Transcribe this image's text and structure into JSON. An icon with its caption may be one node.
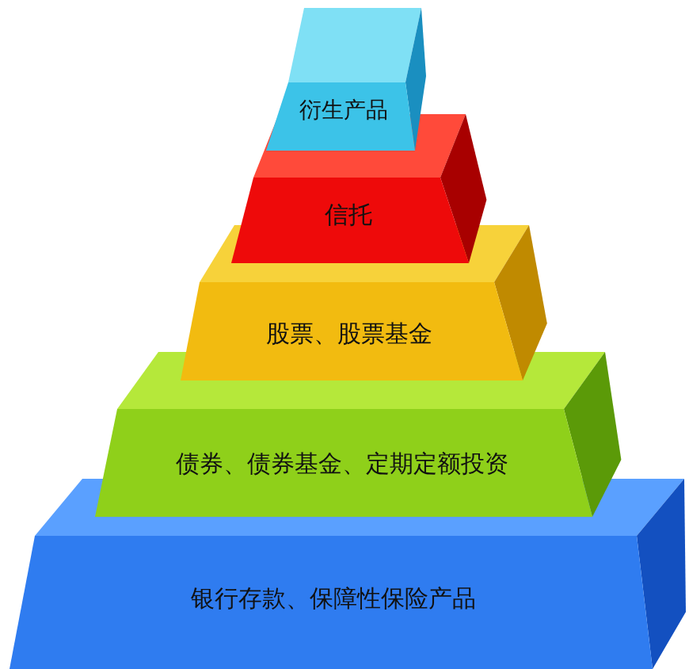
{
  "diagram": {
    "nodes": [
      {
        "text": [
          "衍生产品"
        ]
      },
      {
        "text": [
          "信托"
        ]
      },
      {
        "text": [
          "股票、股票基金"
        ]
      },
      {
        "text": [
          "债券、债券基金、定期定额投资"
        ]
      },
      {
        "text": [
          "银行存款、保障性保险产品"
        ]
      }
    ]
  }
}
